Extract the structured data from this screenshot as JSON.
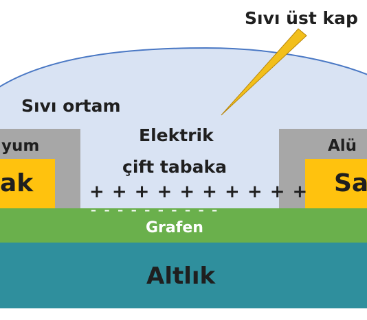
{
  "labels": {
    "top_gate": "Sıvı üst kap",
    "liquid_medium": "Sıvı ortam",
    "double_layer_line1": "Elektrik",
    "double_layer_line2": "çift tabaka",
    "aluminum_left": "yum",
    "aluminum_right": "Alü",
    "contact_left": "ak",
    "contact_right": "Sa",
    "plus_charges": "+ + + + + + + + + +",
    "minus_charges": "– – – – – – – – – –",
    "graphene": "Grafen",
    "substrate": "Altlık"
  },
  "colors": {
    "liquid": "#d9e3f3",
    "liquid_edge": "#4a78c4",
    "aluminum": "#a7a7a7",
    "contact": "#ffc20e",
    "graphene": "#6ab04c",
    "substrate": "#2f8f9d",
    "tip": "#f2bf1b"
  }
}
